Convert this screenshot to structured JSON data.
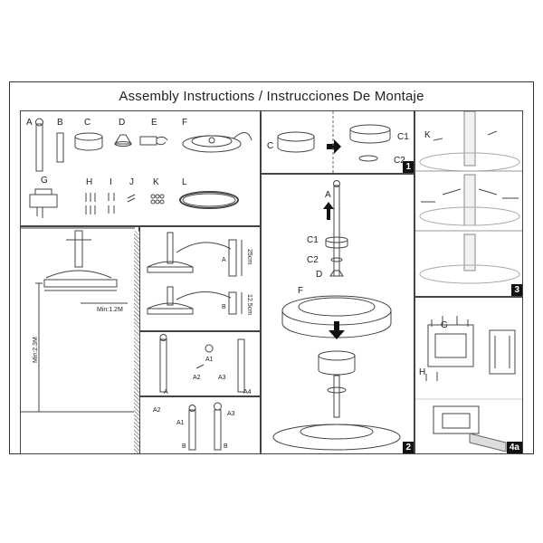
{
  "document": {
    "title": "Assembly Instructions / Instrucciones De Montaje"
  },
  "parts": {
    "labels": [
      "A",
      "B",
      "C",
      "D",
      "E",
      "F",
      "G",
      "H",
      "I",
      "J",
      "K",
      "L"
    ]
  },
  "install": {
    "min_clearance": "Min:1.2M",
    "min_height": "Min:2.3M",
    "length_a": "25cm",
    "length_b": "12.5cm",
    "label_a": "A",
    "label_b": "B"
  },
  "rod_assembly": {
    "labels_top": [
      "A1",
      "A2",
      "A3",
      "A",
      "A4"
    ],
    "labels_bottom": [
      "A2",
      "A1",
      "A3",
      "B",
      "B"
    ]
  },
  "step1": {
    "labels": [
      "C",
      "C1",
      "C2"
    ],
    "number": "1"
  },
  "step2": {
    "labels": [
      "A",
      "C1",
      "C2",
      "D",
      "F"
    ],
    "number": "2"
  },
  "step3": {
    "label_k": "K",
    "number": "3"
  },
  "step4a": {
    "labels": [
      "G",
      "H"
    ],
    "number": "4a"
  }
}
